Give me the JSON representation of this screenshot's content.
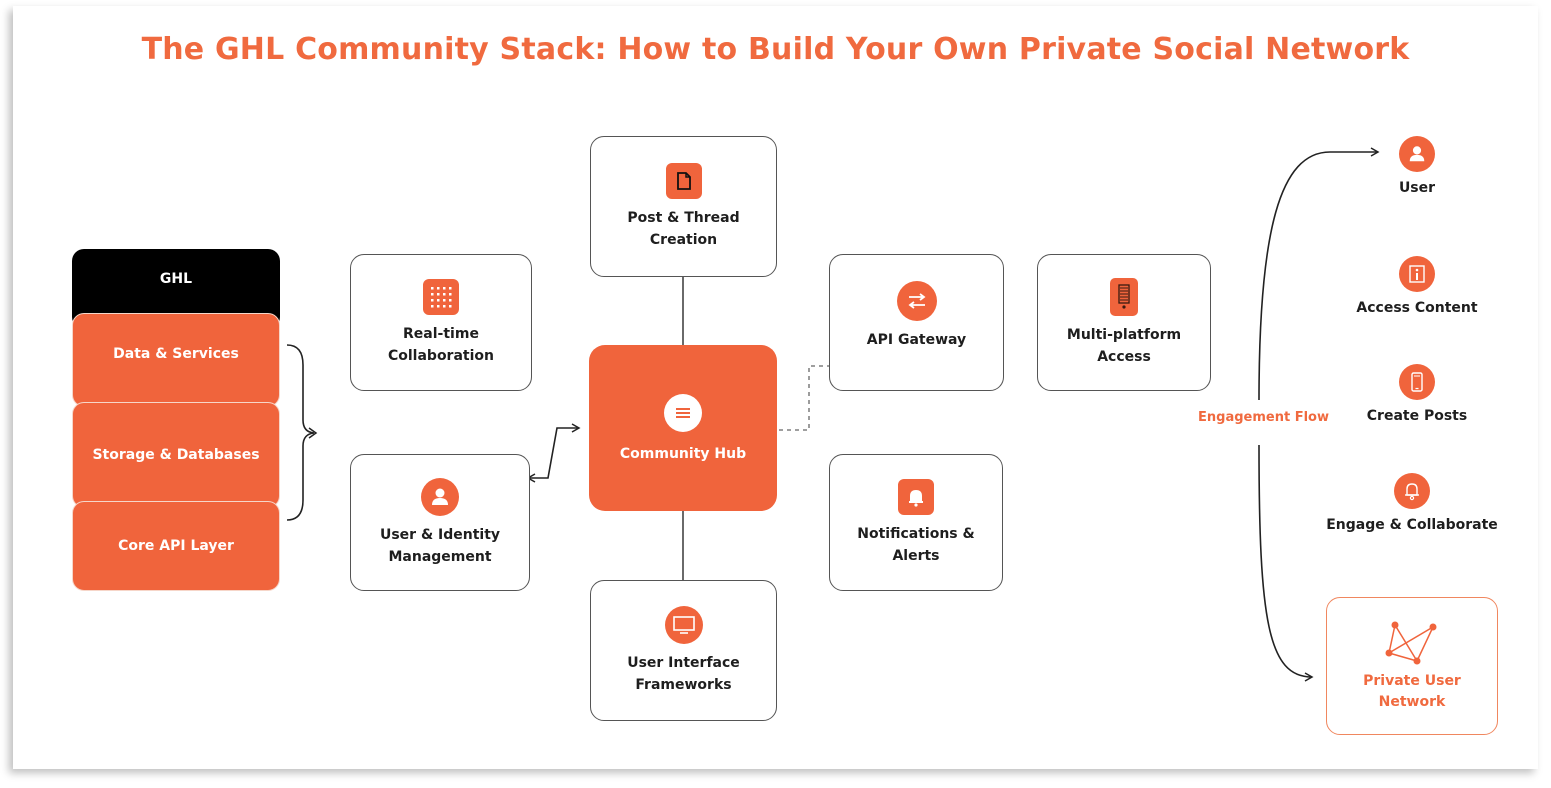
{
  "title": "The GHL Community Stack: How to Build Your Own Private Social Network",
  "colors": {
    "accent": "#f0643c",
    "title": "#f06a3f",
    "dark": "#000000",
    "border": "#555555"
  },
  "stack": {
    "header": "GHL",
    "layers": [
      {
        "label": "Data & Services"
      },
      {
        "label": "Storage & Databases"
      },
      {
        "label": "Core API Layer"
      }
    ]
  },
  "hub": {
    "label": "Community Hub",
    "icon": "menu-icon"
  },
  "components": [
    {
      "id": "post-thread",
      "label_line1": "Post & Thread",
      "label_line2": "Creation",
      "icon": "document-icon"
    },
    {
      "id": "realtime",
      "label_line1": "Real-time",
      "label_line2": "Collaboration",
      "icon": "grid-icon"
    },
    {
      "id": "user-identity",
      "label_line1": "User & Identity",
      "label_line2": "Management",
      "icon": "user-icon"
    },
    {
      "id": "ui-frameworks",
      "label_line1": "User Interface",
      "label_line2": "Frameworks",
      "icon": "monitor-icon"
    },
    {
      "id": "api-gateway",
      "label_line1": "API Gateway",
      "label_line2": "",
      "icon": "swap-arrows-icon"
    },
    {
      "id": "multi-platform",
      "label_line1": "Multi-platform",
      "label_line2": "Access",
      "icon": "tablet-icon"
    },
    {
      "id": "notifications",
      "label_line1": "Notifications &",
      "label_line2": "Alerts",
      "icon": "bell-icon"
    }
  ],
  "engagement": {
    "label": "Engagement Flow",
    "steps": [
      {
        "label": "User",
        "icon": "user-icon"
      },
      {
        "label": "Access Content",
        "icon": "info-icon"
      },
      {
        "label": "Create Posts",
        "icon": "phone-icon"
      },
      {
        "label": "Engage & Collaborate",
        "icon": "bell-icon"
      }
    ],
    "result": {
      "label_line1": "Private User",
      "label_line2": "Network",
      "icon": "network-icon"
    }
  }
}
